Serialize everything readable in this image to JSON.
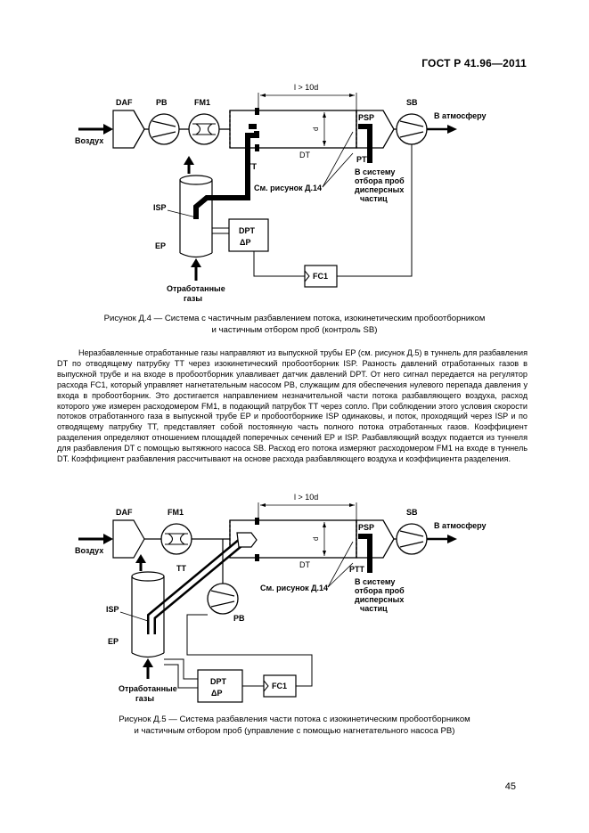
{
  "header": {
    "standard": "ГОСТ Р 41.96—2011"
  },
  "figure1": {
    "labels": {
      "daf": "DAF",
      "pb": "PB",
      "fm1": "FM1",
      "sb": "SB",
      "psp": "PSP",
      "dist": "l > 10d",
      "d": "d",
      "dt": "DT",
      "tt": "TT",
      "ptt": "PTT",
      "isp": "ISP",
      "ep": "EP",
      "dpt": "DPT",
      "dp": "ΔP",
      "fc1": "FC1",
      "air": "Воздух",
      "atm": "В атмосферу",
      "see_fig": "См. рисунок Д.14",
      "to_system": [
        "В систему",
        "отбора проб",
        "дисперсных",
        "частиц"
      ],
      "exhaust": [
        "Отработанные",
        "газы"
      ]
    },
    "caption": [
      "Рисунок Д.4 — Система с частичным разбавлением потока, изокинетическим пробоотборником",
      "и частичным отбором проб (контроль SB)"
    ]
  },
  "paragraph": "Неразбавленные отработанные газы направляют из выпускной трубы EP (см. рисунок Д.5) в туннель для разбавления DT по отводящему патрубку TT через изокинетический пробоотборник ISP. Разность давлений отработанных газов в выпускной трубе и на входе в пробоотборник улавливает датчик давлений DPT. От него сигнал передается на регулятор расхода FC1, который управляет нагнетательным насосом PB, служащим для обеспечения нулевого перепада давления у входа в пробоотборник. Это достигается направлением незначительной части потока разбавляющего воздуха, расход которого уже измерен расходомером FM1, в подающий патрубок TT через сопло. При соблюдении этого условия скорости потоков отработанного газа в выпускной трубе EP и пробоотборнике ISP одинаковы, и поток, проходящий через ISP и по отводящему патрубку TT, представляет собой постоянную часть полного потока отработанных газов. Коэффициент разделения определяют отношением площадей поперечных сечений EP и ISP. Разбавляющий воздух подается из туннеля для разбавления DT с помощью вытяжного насоса SB. Расход его потока измеряют расходомером FM1 на входе в туннель DT. Коэффициент разбавления рассчитывают на основе расхода разбавляющего воздуха и коэффициента разделения.",
  "figure2": {
    "labels": {
      "daf": "DAF",
      "fm1": "FM1",
      "sb": "SB",
      "psp": "PSP",
      "pb": "PB",
      "dist": "l > 10d",
      "d": "d",
      "dt": "DT",
      "tt": "TT",
      "ptt": "PTT",
      "isp": "ISP",
      "ep": "EP",
      "dpt": "DPT",
      "dp": "ΔP",
      "fc1": "FC1",
      "air": "Воздух",
      "atm": "В атмосферу",
      "see_fig": "См. рисунок Д.14",
      "to_system": [
        "В систему",
        "отбора проб",
        "дисперсных",
        "частиц"
      ],
      "exhaust": [
        "Отработанные",
        "газы"
      ]
    },
    "caption": [
      "Рисунок Д.5 — Система разбавления части потока с изокинетическим пробоотборником",
      "и частичным отбором проб (управление с помощью нагнетательного насоса PB)"
    ]
  },
  "page_number": "45"
}
